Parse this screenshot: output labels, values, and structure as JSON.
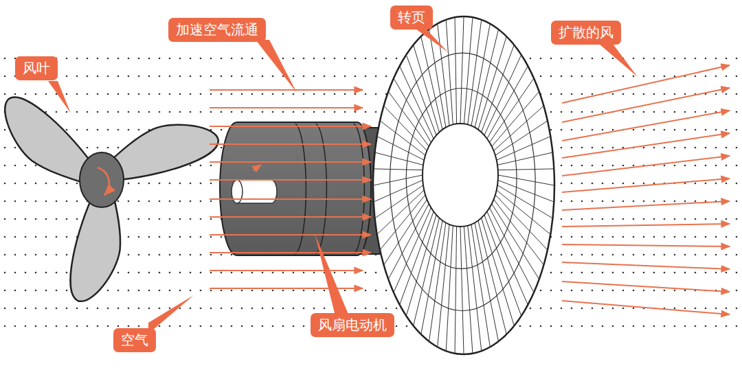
{
  "diagram": {
    "nodes": [
      {
        "text": [
          "转页"
        ]
      },
      {
        "text": [
          "加速空气流通"
        ]
      },
      {
        "text": [
          "扩散的风"
        ]
      },
      {
        "text": [
          "风叶"
        ]
      },
      {
        "text": [
          "风扇电动机"
        ]
      },
      {
        "text": [
          "空气"
        ]
      }
    ]
  }
}
